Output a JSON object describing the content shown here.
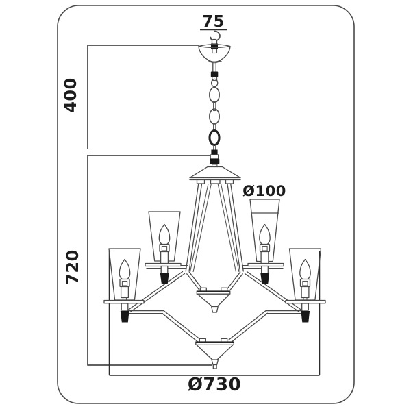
{
  "figure": {
    "type": "technical-line-drawing",
    "subject": "two-tier chandelier with chain suspension, four cone shades and dimension callouts",
    "background_color": "#ffffff",
    "line_color": "#4a4a4a",
    "dark_fill_color": "#181818",
    "labels": {
      "hook_width": "75",
      "suspension_height": "400",
      "fixture_height": "720",
      "shade_diameter": "Ø100",
      "fixture_diameter": "Ø730"
    }
  }
}
